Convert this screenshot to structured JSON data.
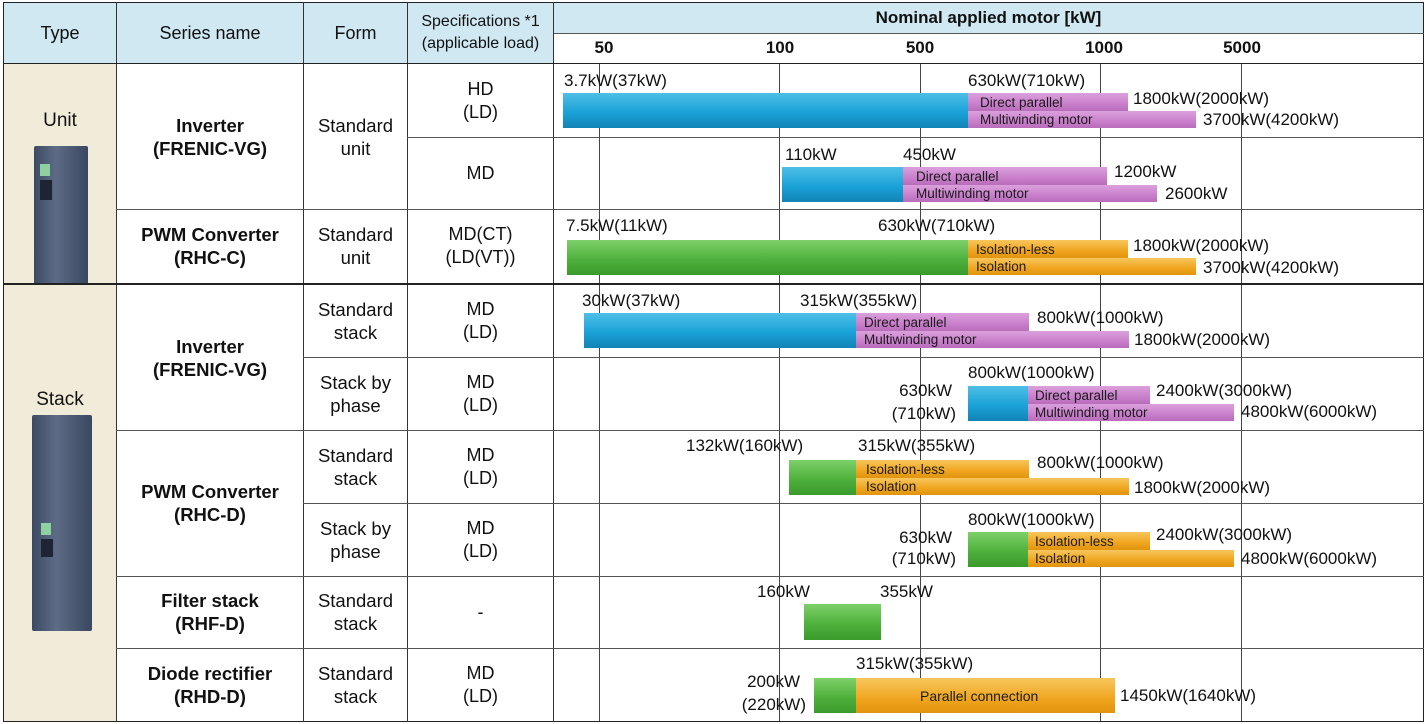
{
  "header": {
    "type": "Type",
    "series_name": "Series name",
    "form": "Form",
    "spec_line1": "Specifications *1",
    "spec_line2": "(applicable load)",
    "axis_title": "Nominal applied motor [kW]"
  },
  "types": {
    "unit": "Unit",
    "stack": "Stack"
  },
  "rows": [
    {
      "series": [
        "Inverter",
        "(FRENIC-VG)"
      ],
      "form": [
        "Standard",
        "unit"
      ],
      "spec": [
        "HD",
        "(LD)"
      ]
    },
    {
      "series": [
        "",
        ""
      ],
      "form": [
        "",
        ""
      ],
      "spec": [
        "MD",
        ""
      ]
    },
    {
      "series": [
        "PWM Converter",
        "(RHC-C)"
      ],
      "form": [
        "Standard",
        "unit"
      ],
      "spec": [
        "MD(CT)",
        "(LD(VT))"
      ]
    },
    {
      "series": [
        "Inverter",
        "(FRENIC-VG)"
      ],
      "form": [
        "Standard",
        "stack"
      ],
      "spec": [
        "MD",
        "(LD)"
      ]
    },
    {
      "series": [
        "",
        ""
      ],
      "form": [
        "Stack by",
        "phase"
      ],
      "spec": [
        "MD",
        "(LD)"
      ]
    },
    {
      "series": [
        "PWM Converter",
        "(RHC-D)"
      ],
      "form": [
        "Standard",
        "stack"
      ],
      "spec": [
        "MD",
        "(LD)"
      ]
    },
    {
      "series": [
        "",
        ""
      ],
      "form": [
        "Stack by",
        "phase"
      ],
      "spec": [
        "MD",
        "(LD)"
      ]
    },
    {
      "series": [
        "Filter stack",
        "(RHF-D)"
      ],
      "form": [
        "Standard",
        "stack"
      ],
      "spec": [
        "-",
        ""
      ]
    },
    {
      "series": [
        "Diode rectifier",
        "(RHD-D)"
      ],
      "form": [
        "Standard",
        "stack"
      ],
      "spec": [
        "MD",
        "(LD)"
      ]
    }
  ],
  "chart_data": {
    "type": "bar",
    "title": "Nominal applied motor [kW]",
    "x_ticks": [
      "50",
      "100",
      "500",
      "1000",
      "5000"
    ],
    "x_scale": "log",
    "series_rows": [
      {
        "row": "Inverter (FRENIC-VG) Standard unit HD(LD)",
        "min": "3.7kW(37kW)",
        "base_max": "630kW(710kW)",
        "parallel_label": "Direct parallel",
        "parallel_max": "1800kW(2000kW)",
        "multi_label": "Multiwinding motor",
        "multi_max": "3700kW(4200kW)"
      },
      {
        "row": "Inverter (FRENIC-VG) Standard unit MD",
        "min": "110kW",
        "base_max": "450kW",
        "parallel_label": "Direct parallel",
        "parallel_max": "1200kW",
        "multi_label": "Multiwinding motor",
        "multi_max": "2600kW"
      },
      {
        "row": "PWM Converter (RHC-C) Standard unit",
        "min": "7.5kW(11kW)",
        "base_max": "630kW(710kW)",
        "parallel_label": "Isolation-less",
        "parallel_max": "1800kW(2000kW)",
        "multi_label": "Isolation",
        "multi_max": "3700kW(4200kW)"
      },
      {
        "row": "Inverter (FRENIC-VG) Standard stack",
        "min": "30kW(37kW)",
        "base_max": "315kW(355kW)",
        "parallel_label": "Direct parallel",
        "parallel_max": "800kW(1000kW)",
        "multi_label": "Multiwinding motor",
        "multi_max": "1800kW(2000kW)"
      },
      {
        "row": "Inverter (FRENIC-VG) Stack by phase",
        "min_a": "630kW",
        "min_b": "(710kW)",
        "base_max": "800kW(1000kW)",
        "parallel_label": "Direct parallel",
        "parallel_max": "2400kW(3000kW)",
        "multi_label": "Multiwinding motor",
        "multi_max": "4800kW(6000kW)"
      },
      {
        "row": "PWM Converter (RHC-D) Standard stack",
        "min": "132kW(160kW)",
        "base_max": "315kW(355kW)",
        "parallel_label": "Isolation-less",
        "parallel_max": "800kW(1000kW)",
        "multi_label": "Isolation",
        "multi_max": "1800kW(2000kW)"
      },
      {
        "row": "PWM Converter (RHC-D) Stack by phase",
        "min_a": "630kW",
        "min_b": "(710kW)",
        "base_max": "800kW(1000kW)",
        "parallel_label": "Isolation-less",
        "parallel_max": "2400kW(3000kW)",
        "multi_label": "Isolation",
        "multi_max": "4800kW(6000kW)"
      },
      {
        "row": "Filter stack (RHF-D)",
        "min": "160kW",
        "base_max": "355kW"
      },
      {
        "row": "Diode rectifier (RHD-D)",
        "min_a": "200kW",
        "min_b": "(220kW)",
        "base_max": "315kW(355kW)",
        "parallel_label": "Parallel connection",
        "parallel_max": "1450kW(1640kW)"
      }
    ],
    "colors": {
      "inverter": "#1aa2d8",
      "converter": "#4fb13c",
      "parallel": "#c97fcb",
      "isolation": "#f0a51e"
    }
  }
}
